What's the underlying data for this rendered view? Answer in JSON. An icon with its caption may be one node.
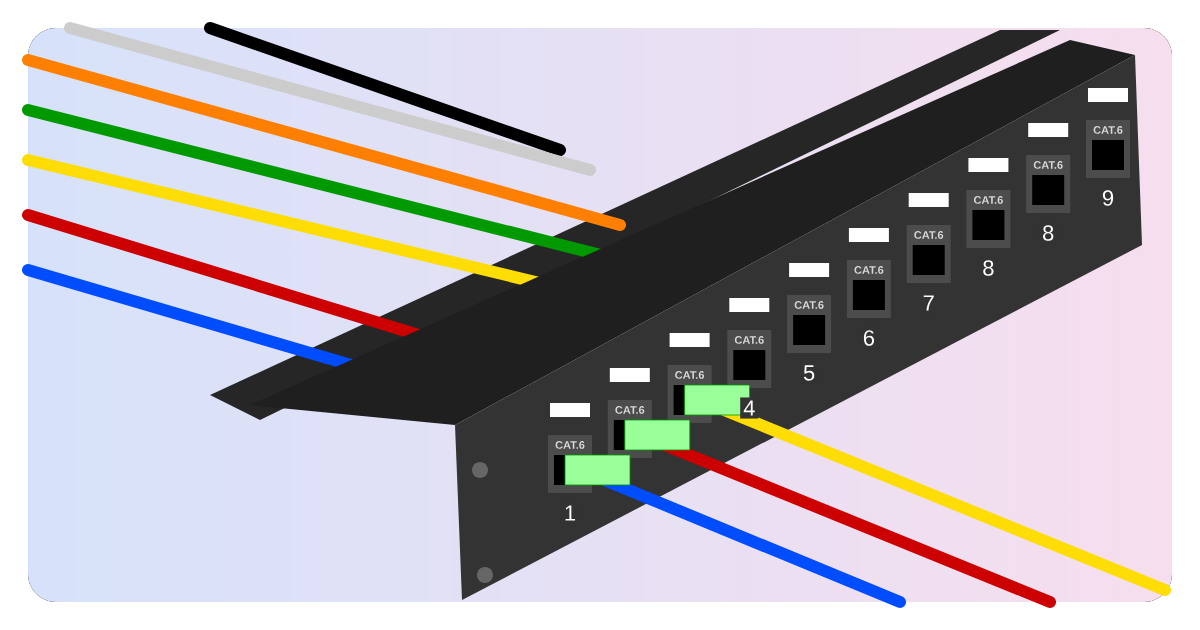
{
  "diagram": {
    "labels": [
      "CAT.6",
      "1",
      "CAT.6",
      "CAT.6",
      "CAT.6",
      "4",
      "CAT.6",
      "5",
      "CAT.6",
      "6",
      "CAT.6",
      "7",
      "CAT.6",
      "8",
      "CAT.6",
      "8",
      "CAT.6",
      "9"
    ]
  }
}
